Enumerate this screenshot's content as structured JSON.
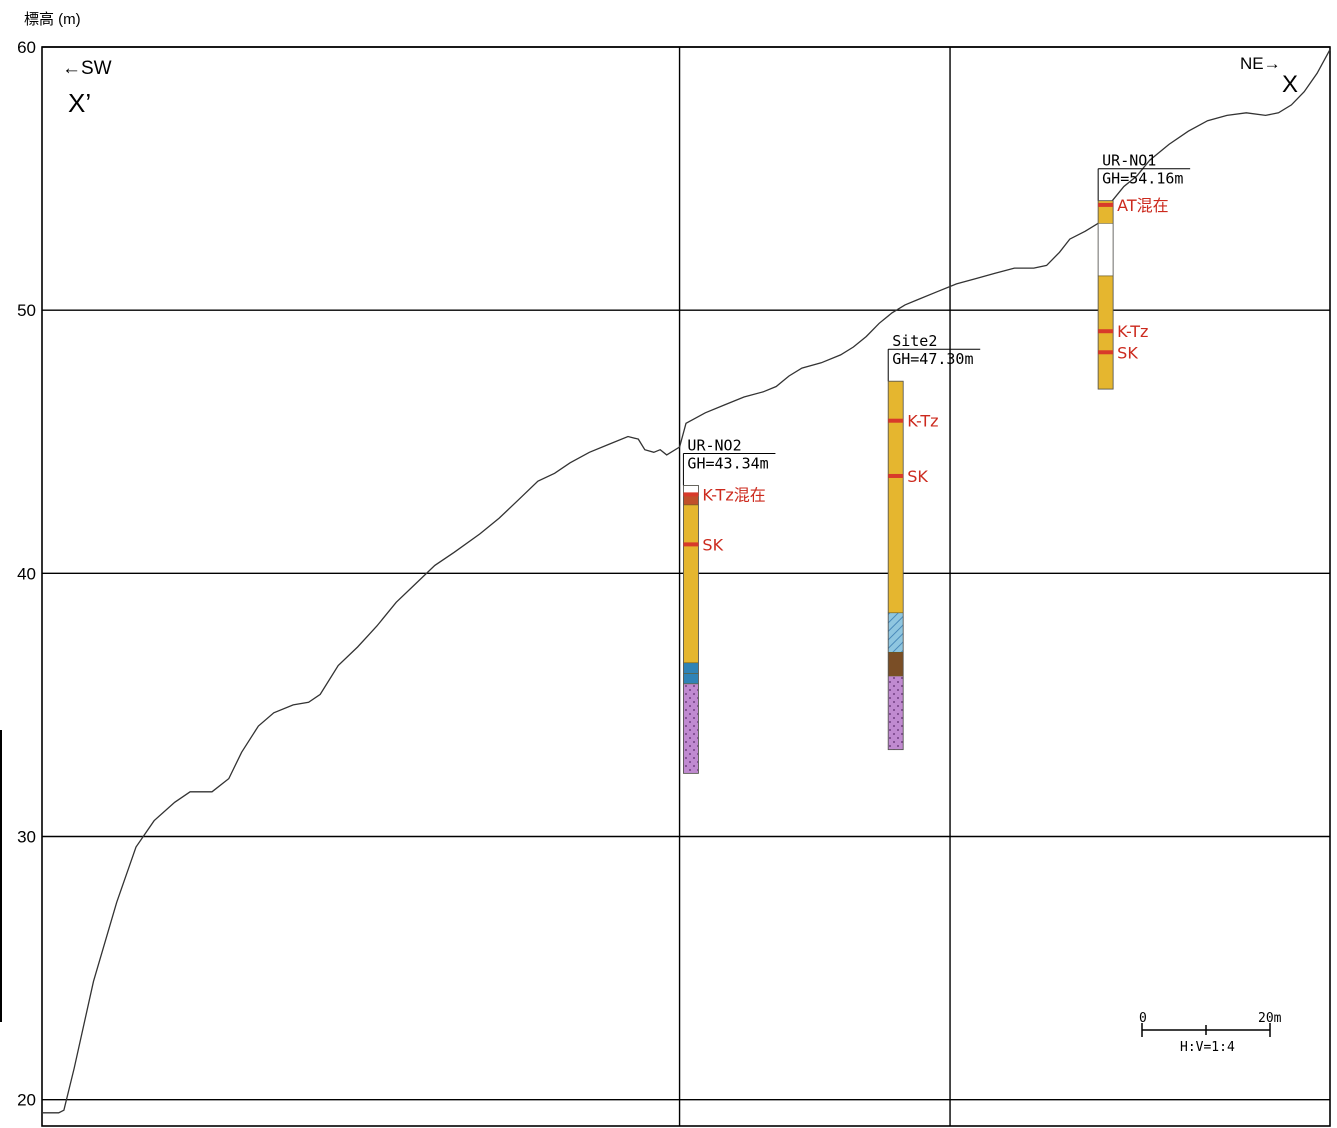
{
  "y_axis": {
    "title": "標高 (m)",
    "min": 19,
    "max": 60,
    "ticks": [
      {
        "value": 60,
        "label": "60"
      },
      {
        "value": 50,
        "label": "50"
      },
      {
        "value": 40,
        "label": "40"
      },
      {
        "value": 30,
        "label": "30"
      },
      {
        "value": 20,
        "label": "20"
      }
    ]
  },
  "x_range": [
    0,
    100
  ],
  "vertical_grid_x": [
    49.5,
    70.5
  ],
  "directions": {
    "left_arrow": "←SW",
    "left_label": "X’",
    "right_arrow": "NE→",
    "right_label": "X"
  },
  "terrain_profile": [
    [
      0,
      19.5
    ],
    [
      1.3,
      19.5
    ],
    [
      1.7,
      19.6
    ],
    [
      2.5,
      21.2
    ],
    [
      4.0,
      24.5
    ],
    [
      5.8,
      27.5
    ],
    [
      7.3,
      29.6
    ],
    [
      8.7,
      30.6
    ],
    [
      10.3,
      31.3
    ],
    [
      11.5,
      31.7
    ],
    [
      13.2,
      31.7
    ],
    [
      14.5,
      32.2
    ],
    [
      15.5,
      33.2
    ],
    [
      16.8,
      34.2
    ],
    [
      18.0,
      34.7
    ],
    [
      19.5,
      35.0
    ],
    [
      20.7,
      35.1
    ],
    [
      21.6,
      35.4
    ],
    [
      23.0,
      36.5
    ],
    [
      24.5,
      37.2
    ],
    [
      26.0,
      38.0
    ],
    [
      27.5,
      38.9
    ],
    [
      29.0,
      39.6
    ],
    [
      30.5,
      40.3
    ],
    [
      32.0,
      40.8
    ],
    [
      34.0,
      41.5
    ],
    [
      35.5,
      42.1
    ],
    [
      37.0,
      42.8
    ],
    [
      38.5,
      43.5
    ],
    [
      39.8,
      43.8
    ],
    [
      41.0,
      44.2
    ],
    [
      42.5,
      44.6
    ],
    [
      44.0,
      44.9
    ],
    [
      45.5,
      45.2
    ],
    [
      46.3,
      45.1
    ],
    [
      46.8,
      44.7
    ],
    [
      47.5,
      44.6
    ],
    [
      48.0,
      44.7
    ],
    [
      48.5,
      44.5
    ],
    [
      49.5,
      44.8
    ],
    [
      50.0,
      45.7
    ],
    [
      51.5,
      46.1
    ],
    [
      53.0,
      46.4
    ],
    [
      54.5,
      46.7
    ],
    [
      56.0,
      46.9
    ],
    [
      57.0,
      47.1
    ],
    [
      58.0,
      47.5
    ],
    [
      59.0,
      47.8
    ],
    [
      60.5,
      48.0
    ],
    [
      62.0,
      48.3
    ],
    [
      63.0,
      48.6
    ],
    [
      64.0,
      49.0
    ],
    [
      65.0,
      49.5
    ],
    [
      66.0,
      49.9
    ],
    [
      67.0,
      50.2
    ],
    [
      68.0,
      50.4
    ],
    [
      69.5,
      50.7
    ],
    [
      71.0,
      51.0
    ],
    [
      72.5,
      51.2
    ],
    [
      74.0,
      51.4
    ],
    [
      75.5,
      51.6
    ],
    [
      77.0,
      51.6
    ],
    [
      78.0,
      51.7
    ],
    [
      79.0,
      52.2
    ],
    [
      79.8,
      52.7
    ],
    [
      81.0,
      53.0
    ],
    [
      82.0,
      53.3
    ],
    [
      83.0,
      54.1
    ],
    [
      84.0,
      54.7
    ],
    [
      85.0,
      55.1
    ],
    [
      86.0,
      55.7
    ],
    [
      87.5,
      56.3
    ],
    [
      89.0,
      56.8
    ],
    [
      90.5,
      57.2
    ],
    [
      92.0,
      57.4
    ],
    [
      93.5,
      57.5
    ],
    [
      95.0,
      57.4
    ],
    [
      96.0,
      57.5
    ],
    [
      97.0,
      57.8
    ],
    [
      98.0,
      58.3
    ],
    [
      99.0,
      59.0
    ],
    [
      100.0,
      59.9
    ]
  ],
  "boreholes": [
    {
      "name": "UR-NO2",
      "gh": "GH=43.34m",
      "x": 49.8,
      "top": 43.34,
      "bottom": 32.4,
      "layers": [
        {
          "from": 43.34,
          "to": 43.0,
          "color": "#ffffff"
        },
        {
          "from": 43.0,
          "to": 42.6,
          "color": "#c0502a"
        },
        {
          "from": 42.6,
          "to": 36.6,
          "color": "#e5b62f"
        },
        {
          "from": 36.6,
          "to": 36.2,
          "color": "#2f83b6"
        },
        {
          "from": 36.2,
          "to": 35.8,
          "color": "#2f83b6"
        },
        {
          "from": 35.8,
          "to": 32.4,
          "color": "#c08ad0"
        }
      ],
      "tephra": [
        {
          "elev": 43.0,
          "label": "K-Tz混在"
        },
        {
          "elev": 41.1,
          "label": "SK"
        }
      ]
    },
    {
      "name": "Site2",
      "gh": "GH=47.30m",
      "x": 65.7,
      "top": 47.3,
      "bottom": 33.3,
      "layers": [
        {
          "from": 47.3,
          "to": 38.5,
          "color": "#e5b62f"
        },
        {
          "from": 38.5,
          "to": 37.0,
          "color": "#8fc6e0"
        },
        {
          "from": 37.0,
          "to": 36.1,
          "color": "#7a4e26"
        },
        {
          "from": 36.1,
          "to": 33.3,
          "color": "#c08ad0"
        }
      ],
      "tephra": [
        {
          "elev": 45.8,
          "label": "K-Tz"
        },
        {
          "elev": 43.7,
          "label": "SK"
        }
      ]
    },
    {
      "name": "UR-NO1",
      "gh": "GH=54.16m",
      "x": 82.0,
      "top": 54.16,
      "bottom": 47.0,
      "layers": [
        {
          "from": 54.16,
          "to": 53.3,
          "color": "#e5b62f"
        },
        {
          "from": 53.3,
          "to": 51.3,
          "color": "#ffffff"
        },
        {
          "from": 51.3,
          "to": 47.0,
          "color": "#e5b62f"
        }
      ],
      "tephra": [
        {
          "elev": 54.0,
          "label": "AT混在"
        },
        {
          "elev": 49.2,
          "label": "K-Tz"
        },
        {
          "elev": 48.4,
          "label": "SK"
        }
      ]
    }
  ],
  "scale_bar": {
    "start_label": "0",
    "end_label": "20m",
    "ratio": "H:V=1:4"
  },
  "colors": {
    "grid": "#000000",
    "terrain": "#333333",
    "tephra": "#d83a2a",
    "tephra_text": "#cc2a1e"
  }
}
